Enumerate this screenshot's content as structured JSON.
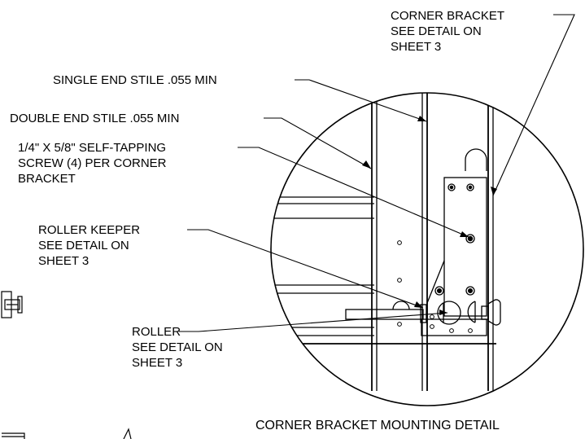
{
  "diagram": {
    "title": "CORNER BRACKET MOUNTING DETAIL",
    "callouts": {
      "corner_bracket": [
        "CORNER BRACKET",
        "SEE DETAIL ON",
        "SHEET 3"
      ],
      "single_end_stile": [
        "SINGLE END STILE .055 MIN"
      ],
      "double_end_stile": [
        "DOUBLE END STILE .055 MIN"
      ],
      "screw": [
        "1/4\" X 5/8\" SELF-TAPPING",
        "SCREW (4) PER CORNER",
        "BRACKET"
      ],
      "roller_keeper": [
        "ROLLER KEEPER",
        "SEE DETAIL ON",
        "SHEET 3"
      ],
      "roller": [
        "ROLLER",
        "SEE DETAIL ON",
        "SHEET 3"
      ]
    }
  }
}
